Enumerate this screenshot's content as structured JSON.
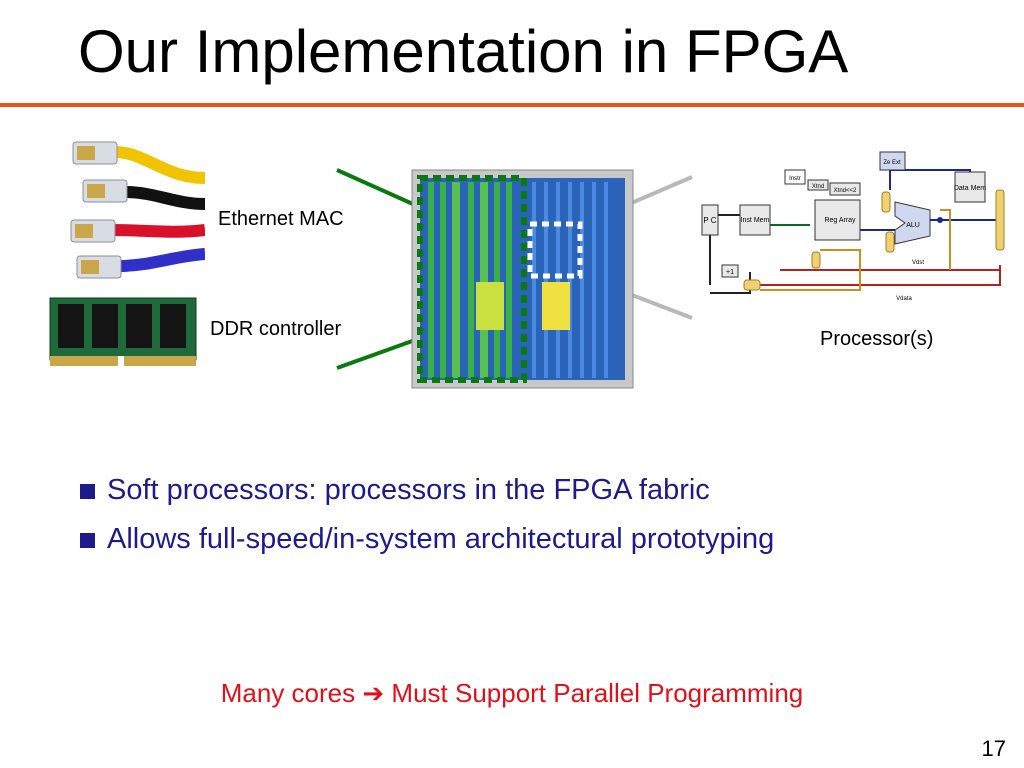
{
  "slide": {
    "title": "Our Implementation in FPGA",
    "labels": {
      "ethernet": "Ethernet MAC",
      "ddr": "DDR controller",
      "processor": "Processor(s)"
    },
    "bullets": [
      "Soft processors: processors in the FPGA fabric",
      "Allows full-speed/in-system architectural prototyping"
    ],
    "conclusion": {
      "left": "Many cores",
      "arrow": "➔",
      "right": "Must Support Parallel Programming"
    },
    "page_number": "17"
  },
  "colors": {
    "accent_rule": "#e8541a",
    "bullet_text": "#1e1a8c",
    "conclusion_text": "#e0101a",
    "callout_green": "#0a7a10",
    "callout_gray": "#b8b8b8"
  },
  "icons": {
    "cable_colors": [
      "yellow",
      "black",
      "red",
      "blue"
    ]
  },
  "datapath": {
    "blocks": {
      "inst_mem": "Inst Mem",
      "reg_array": "Reg Array",
      "alu": "ALU",
      "data_mem": "Data Mem",
      "zero_ext": "Ze Ext",
      "pc": "P C",
      "plus_one": "+1",
      "instr": "Instr",
      "xtnd": "Xtnd",
      "xtnd2": "Xtnd<<2",
      "vdst": "Vdst",
      "vdata": "Vdata"
    }
  }
}
